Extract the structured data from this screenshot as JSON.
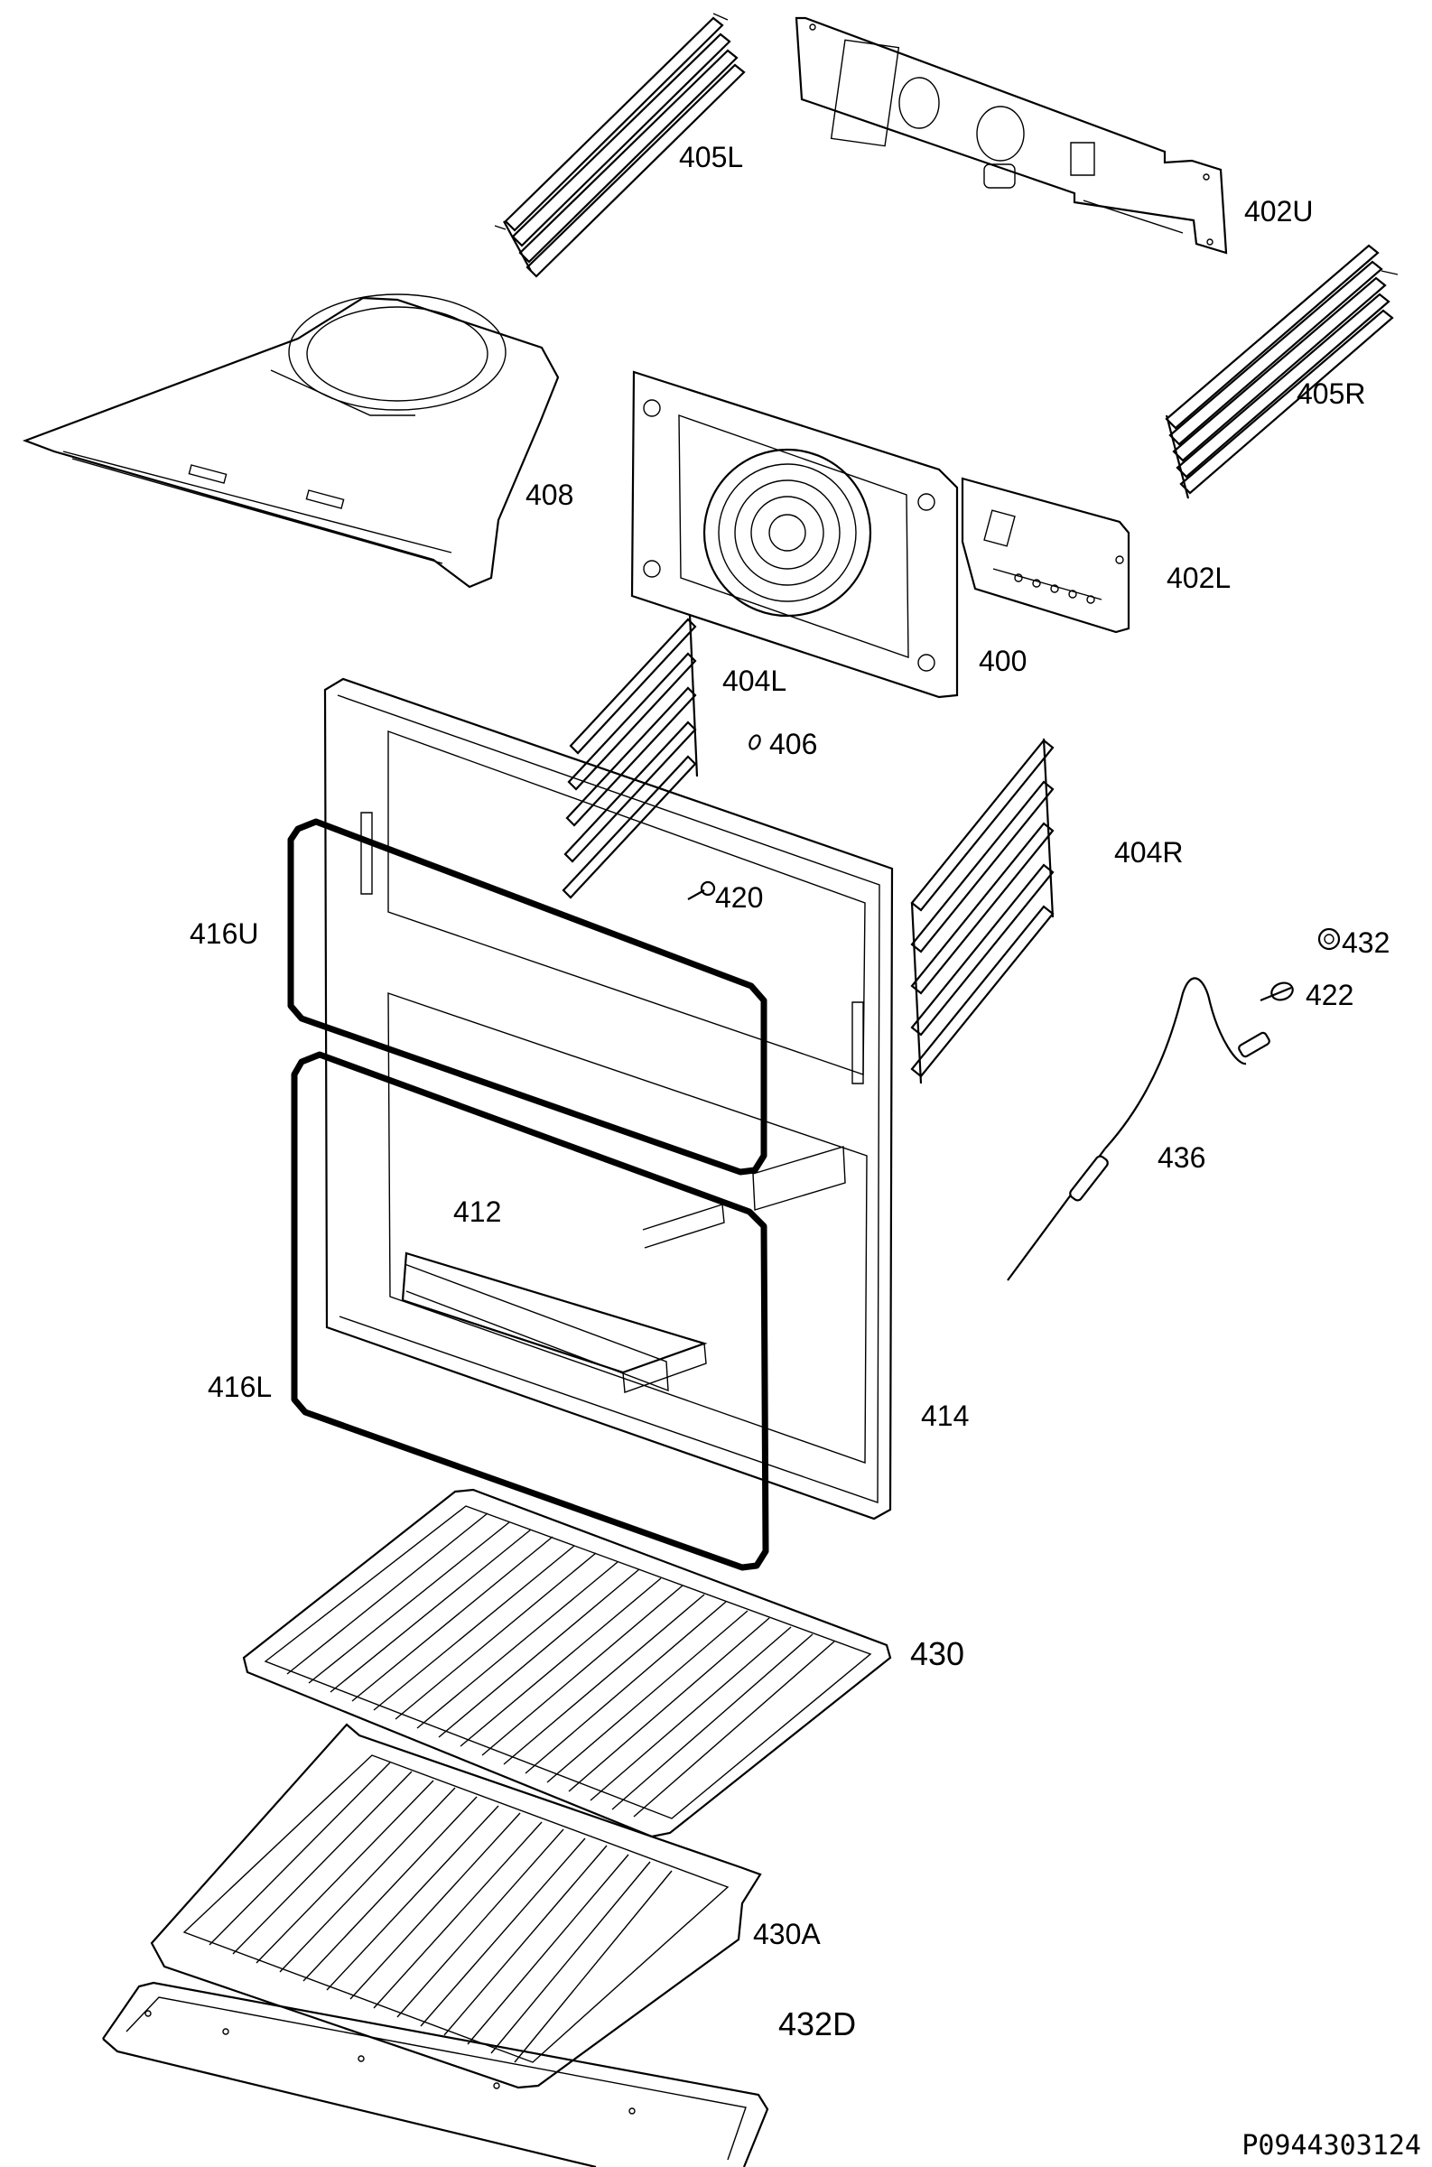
{
  "diagram": {
    "document_code": "P0944303124",
    "labels": {
      "p405L": "405L",
      "p402U": "402U",
      "p405R": "405R",
      "p408": "408",
      "p402L": "402L",
      "p400": "400",
      "p404L": "404L",
      "p406": "406",
      "p404R": "404R",
      "p420": "420",
      "p416U": "416U",
      "p432": "432",
      "p422": "422",
      "p436": "436",
      "p412": "412",
      "p416L": "416L",
      "p414": "414",
      "p430": "430",
      "p430A": "430A",
      "p432D": "432D"
    }
  }
}
